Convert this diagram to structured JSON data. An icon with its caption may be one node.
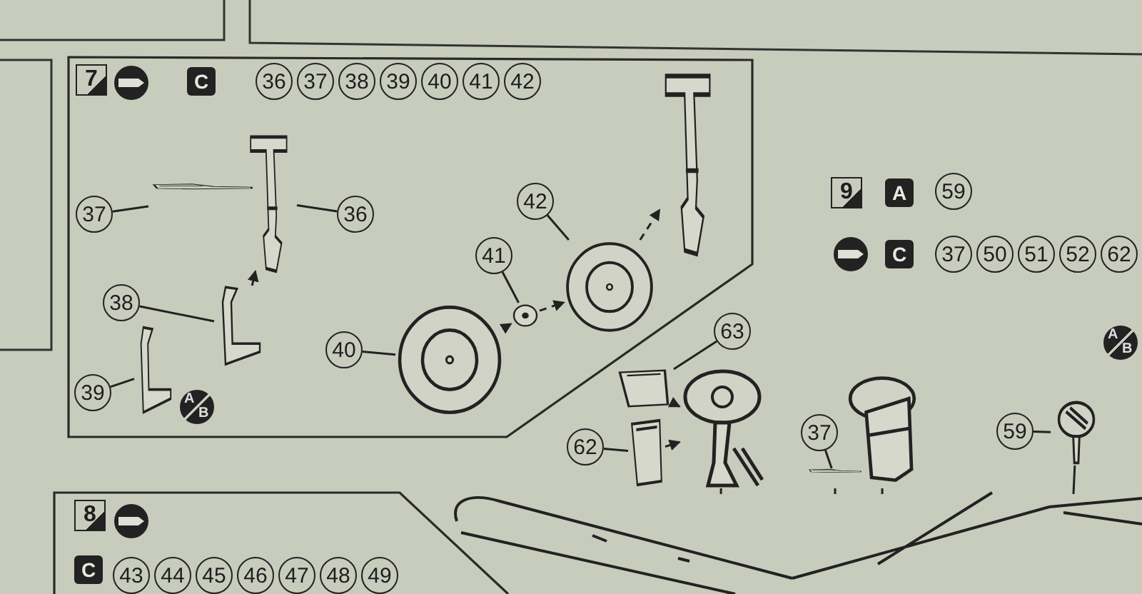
{
  "diagram": {
    "nodes": [
      {
        "text": [],
        "shape": "box"
      },
      {
        "text": [
          "7"
        ],
        "in": 0
      },
      {
        "text": [
          "C"
        ],
        "in": 0
      },
      {
        "text": [
          "36"
        ],
        "in": 0
      },
      {
        "text": [
          "37"
        ],
        "in": 0
      },
      {
        "text": [
          "38"
        ],
        "in": 0
      },
      {
        "text": [
          "39"
        ],
        "in": 0
      },
      {
        "text": [
          "40"
        ],
        "in": 0
      },
      {
        "text": [
          "41"
        ],
        "in": 0
      },
      {
        "text": [
          "42"
        ],
        "in": 0
      },
      {
        "text": [
          "37"
        ],
        "in": 0
      },
      {
        "text": [],
        "shape": "picture",
        "in": 0
      },
      {
        "text": [
          "36"
        ],
        "in": 0
      },
      {
        "text": [],
        "shape": "picture",
        "in": 0
      },
      {
        "text": [
          "38"
        ],
        "in": 0
      },
      {
        "text": [],
        "shape": "picture",
        "in": 0
      },
      {
        "text": [
          "39"
        ],
        "in": 0
      },
      {
        "text": [],
        "shape": "picture",
        "in": 0
      },
      {
        "text": [
          "40"
        ],
        "in": 0
      },
      {
        "text": [],
        "shape": "picture",
        "in": 0
      },
      {
        "text": [
          "41"
        ],
        "in": 0
      },
      {
        "text": [],
        "shape": "picture",
        "in": 0
      },
      {
        "text": [
          "42"
        ],
        "in": 0
      },
      {
        "text": [],
        "shape": "picture",
        "in": 0
      },
      {
        "text": [],
        "shape": "picture",
        "in": 0
      },
      {
        "text": [
          "9"
        ]
      },
      {
        "text": [
          "A"
        ]
      },
      {
        "text": [
          "59"
        ]
      },
      {
        "text": [
          "C"
        ]
      },
      {
        "text": [
          "37"
        ]
      },
      {
        "text": [
          "50"
        ]
      },
      {
        "text": [
          "51"
        ]
      },
      {
        "text": [
          "52"
        ]
      },
      {
        "text": [
          "62"
        ]
      },
      {
        "text": [
          "63"
        ]
      },
      {
        "text": [],
        "shape": "picture"
      },
      {
        "text": [
          "62"
        ]
      },
      {
        "text": [],
        "shape": "picture"
      },
      {
        "text": [],
        "shape": "picture"
      },
      {
        "text": [
          "37"
        ]
      },
      {
        "text": [],
        "shape": "picture"
      },
      {
        "text": [
          "59"
        ]
      },
      {
        "text": [],
        "shape": "picture"
      },
      {
        "text": [],
        "shape": "picture"
      },
      {
        "text": [],
        "shape": "picture"
      },
      {
        "text": [],
        "shape": "box"
      },
      {
        "text": [
          "8"
        ],
        "in": 45
      },
      {
        "text": [
          "C"
        ],
        "in": 45
      },
      {
        "text": [
          "43"
        ],
        "in": 45
      },
      {
        "text": [
          "44"
        ],
        "in": 45
      },
      {
        "text": [
          "45"
        ],
        "in": 45
      },
      {
        "text": [
          "46"
        ],
        "in": 45
      },
      {
        "text": [
          "47"
        ],
        "in": 45
      },
      {
        "text": [
          "48"
        ],
        "in": 45
      },
      {
        "text": [
          "49"
        ],
        "in": 45
      }
    ],
    "edges": [
      {
        "from": 10,
        "to": 11,
        "arrow": "none"
      },
      {
        "from": 12,
        "to": 13,
        "arrow": "none"
      },
      {
        "from": 14,
        "to": 15,
        "arrow": "none"
      },
      {
        "from": 16,
        "to": 17,
        "arrow": "none"
      },
      {
        "from": 18,
        "to": 19,
        "arrow": "none"
      },
      {
        "from": 20,
        "to": 21,
        "arrow": "none"
      },
      {
        "from": 22,
        "to": 23,
        "arrow": "none"
      },
      {
        "from": 15,
        "to": 13,
        "arrow": "to",
        "style": "dashed"
      },
      {
        "from": 19,
        "to": 21,
        "arrow": "to",
        "style": "dashed"
      },
      {
        "from": 21,
        "to": 23,
        "arrow": "to",
        "style": "dashed"
      },
      {
        "from": 23,
        "to": 24,
        "arrow": "to",
        "style": "dashed"
      },
      {
        "from": 34,
        "to": 35,
        "arrow": "none"
      },
      {
        "from": 36,
        "to": 37,
        "arrow": "none"
      },
      {
        "from": 35,
        "to": 38,
        "arrow": "to"
      },
      {
        "from": 37,
        "to": 38,
        "arrow": "to"
      },
      {
        "from": 39,
        "to": 40,
        "arrow": "none"
      },
      {
        "from": 41,
        "to": 42,
        "arrow": "none"
      },
      {
        "from": 38,
        "to": 43,
        "arrow": "none"
      },
      {
        "from": 40,
        "to": 43,
        "arrow": "none"
      },
      {
        "from": 44,
        "to": 43,
        "arrow": "none"
      },
      {
        "from": 42,
        "to": 43,
        "arrow": "none"
      }
    ],
    "labels": [
      "A",
      "B",
      "A",
      "B"
    ]
  }
}
